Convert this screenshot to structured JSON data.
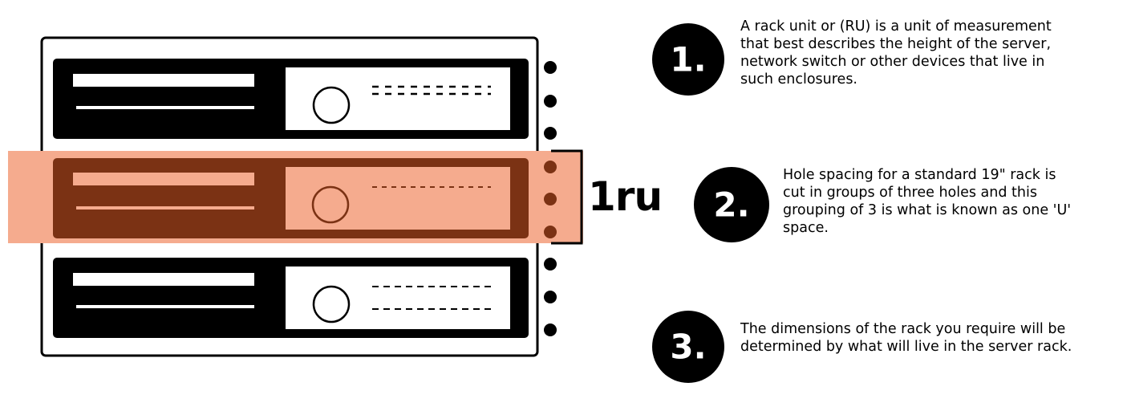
{
  "ru_label": "1ru",
  "steps": [
    {
      "number": "1.",
      "lines": [
        "A rack unit or (RU) is a unit of measurement",
        "that best describes the height of the server,",
        "network switch or other devices that live in",
        "such enclosures."
      ]
    },
    {
      "number": "2.",
      "lines": [
        "Hole spacing for a standard 19\" rack is",
        "cut in groups of three holes and this",
        "grouping of 3 is what is known as one 'U'",
        "space."
      ]
    },
    {
      "number": "3.",
      "lines": [
        "The dimensions of the rack you require will be",
        "determined by what will live in the server rack."
      ]
    }
  ],
  "colors": {
    "highlight_band": "#f5ab8e",
    "highlighted_unit": "#7b3214",
    "unit": "#000000"
  }
}
